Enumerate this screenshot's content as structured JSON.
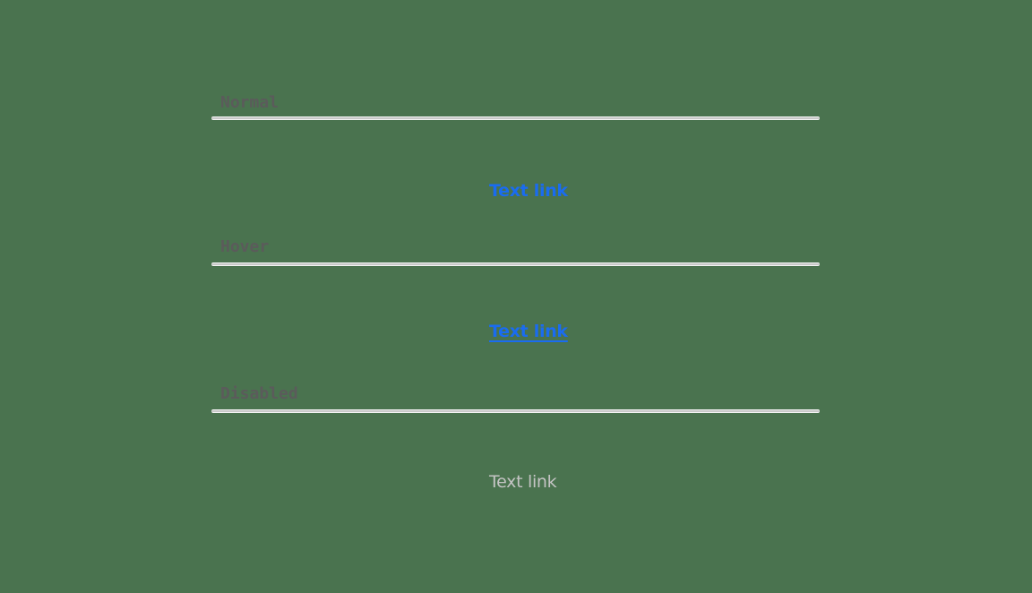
{
  "colors": {
    "background": "#4a734f",
    "label": "#5b5b5b",
    "divider": "#f2f2f2",
    "link": "#1a6cf0",
    "link_disabled": "#c4c4c4"
  },
  "sections": [
    {
      "label": "Normal",
      "link_text": "Text link",
      "state": "normal"
    },
    {
      "label": "Hover",
      "link_text": "Text link",
      "state": "hover"
    },
    {
      "label": "Disabled",
      "link_text": "Text link",
      "state": "disabled"
    }
  ]
}
